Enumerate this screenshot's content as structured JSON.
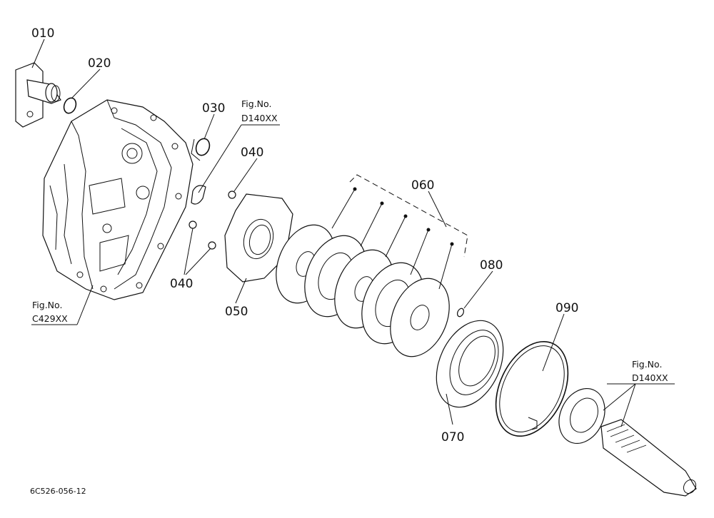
{
  "diagram": {
    "part_labels": [
      {
        "key": "p010",
        "text": "010"
      },
      {
        "key": "p020",
        "text": "020"
      },
      {
        "key": "p030",
        "text": "030"
      },
      {
        "key": "p040a",
        "text": "040"
      },
      {
        "key": "p040b",
        "text": "040"
      },
      {
        "key": "p050",
        "text": "050"
      },
      {
        "key": "p060",
        "text": "060"
      },
      {
        "key": "p070",
        "text": "070"
      },
      {
        "key": "p080",
        "text": "080"
      },
      {
        "key": "p090",
        "text": "090"
      }
    ],
    "figure_refs": [
      {
        "key": "ref_d140_top",
        "line1": "Fig.No.",
        "line2": "D140XX"
      },
      {
        "key": "ref_c429",
        "line1": "Fig.No.",
        "line2": "C429XX"
      },
      {
        "key": "ref_d140_right",
        "line1": "Fig.No.",
        "line2": "D140XX"
      }
    ],
    "drawing_code": "6C526-056-12"
  }
}
